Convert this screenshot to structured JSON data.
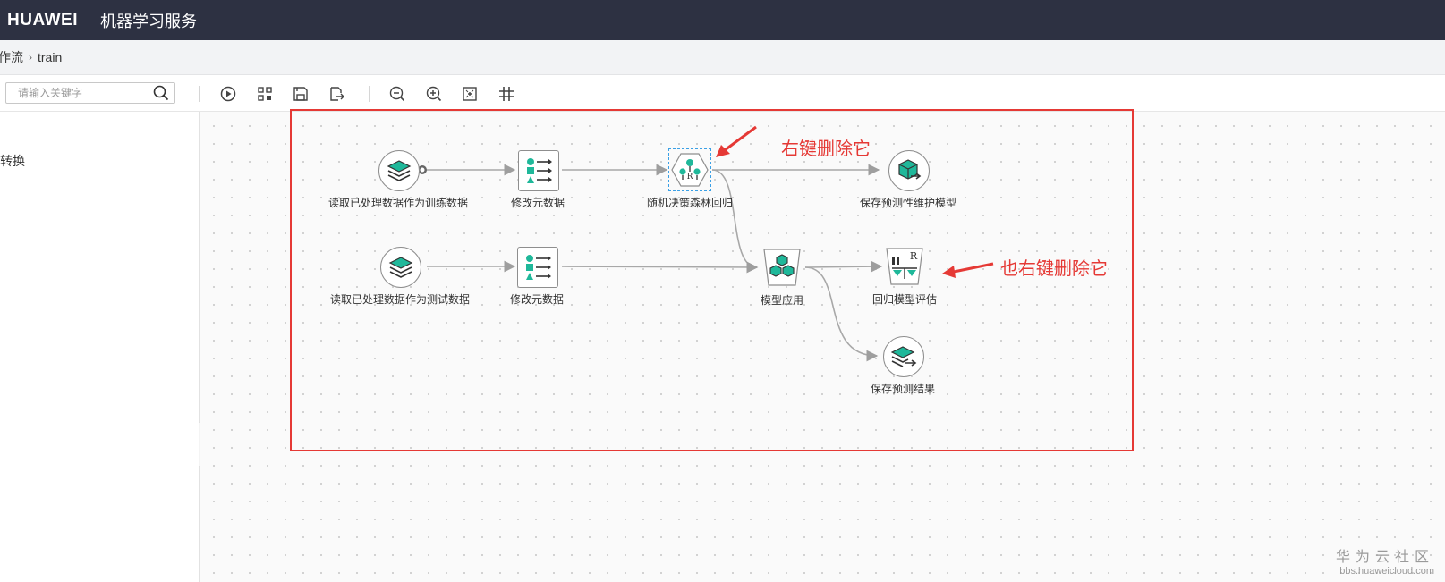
{
  "header": {
    "logo": "HUAWEI",
    "app_title": "机器学习服务"
  },
  "breadcrumb": {
    "parent": "作流",
    "current": "train"
  },
  "search": {
    "placeholder": "请输入关键字",
    "value": ""
  },
  "toolbar": {
    "buttons": [
      "run-icon",
      "layout-icon",
      "save-icon",
      "export-icon",
      "zoom-out-icon",
      "zoom-in-icon",
      "fit-view-icon",
      "grid-icon"
    ]
  },
  "sidebar": {
    "items": [
      "",
      "转换",
      "",
      ""
    ]
  },
  "nodes": [
    {
      "id": "n1",
      "label": "读取已处理数据作为训练数据",
      "icon": "dataset-icon"
    },
    {
      "id": "n2",
      "label": "修改元数据",
      "icon": "metadata-icon"
    },
    {
      "id": "n3",
      "label": "随机决策森林回归",
      "icon": "random-forest-regression-icon",
      "selected": true
    },
    {
      "id": "n4",
      "label": "保存预测性维护模型",
      "icon": "save-model-icon"
    },
    {
      "id": "n5",
      "label": "读取已处理数据作为测试数据",
      "icon": "dataset-icon"
    },
    {
      "id": "n6",
      "label": "修改元数据",
      "icon": "metadata-icon"
    },
    {
      "id": "n7",
      "label": "模型应用",
      "icon": "model-apply-icon"
    },
    {
      "id": "n8",
      "label": "回归模型评估",
      "icon": "regression-evaluation-icon"
    },
    {
      "id": "n9",
      "label": "保存预测结果",
      "icon": "save-results-icon"
    }
  ],
  "annotations": {
    "first": "右键删除它",
    "second": "也右键删除它"
  },
  "colors": {
    "topbar": "#2d3142",
    "accent_green": "#1fb89a",
    "annotation_red": "#e53935"
  },
  "watermark": {
    "title": "华为云社区",
    "url": "bbs.huaweicloud.com"
  }
}
